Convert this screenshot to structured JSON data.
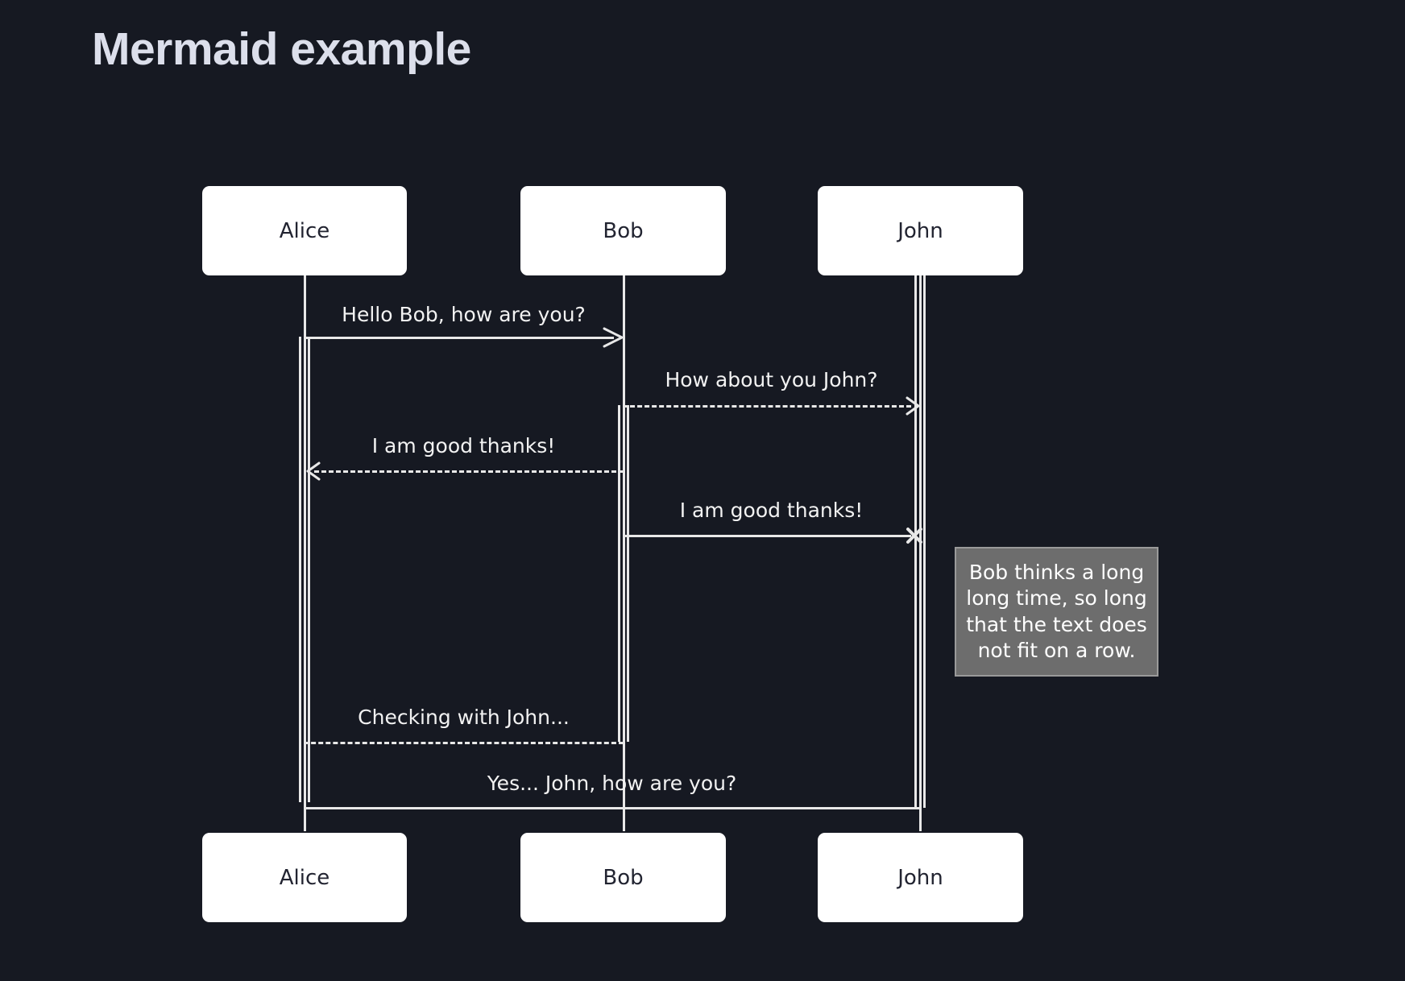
{
  "page": {
    "title": "Mermaid example",
    "background_color": "#161922",
    "title_color": "#dcdfeb"
  },
  "diagram": {
    "type": "sequence",
    "line_color": "#e8e8e8",
    "actor_box_color": "#ffffff",
    "actor_text_color": "#222431",
    "message_text_color": "#f2f2f2",
    "note_fill_color": "#6d6d6d",
    "note_border_color": "#9a9a9a",
    "note_text_color": "#ffffff",
    "actors": [
      {
        "id": "alice",
        "name": "Alice"
      },
      {
        "id": "bob",
        "name": "Bob"
      },
      {
        "id": "john",
        "name": "John"
      }
    ],
    "actors_bottom": [
      {
        "id": "alice",
        "name": "Alice"
      },
      {
        "id": "bob",
        "name": "Bob"
      },
      {
        "id": "john",
        "name": "John"
      }
    ],
    "messages": [
      {
        "id": "m1",
        "from": "alice",
        "to": "bob",
        "text": "Hello Bob, how are you?",
        "style": "solid",
        "arrow": "solid-arrow",
        "direction": "right"
      },
      {
        "id": "m2",
        "from": "bob",
        "to": "john",
        "text": "How about you John?",
        "style": "dashed",
        "arrow": "open-arrow",
        "direction": "right"
      },
      {
        "id": "m3",
        "from": "bob",
        "to": "alice",
        "text": "I am good thanks!",
        "style": "dashed",
        "arrow": "open-arrow",
        "direction": "left"
      },
      {
        "id": "m4",
        "from": "bob",
        "to": "john",
        "text": "I am good thanks!",
        "style": "solid",
        "arrow": "cross",
        "direction": "right"
      },
      {
        "id": "m5",
        "from": "bob",
        "to": "alice",
        "text": "Checking with John...",
        "style": "dashed",
        "arrow": "none",
        "direction": "left"
      },
      {
        "id": "m6",
        "from": "alice",
        "to": "john",
        "text": "Yes... John, how are you?",
        "style": "solid",
        "arrow": "none",
        "direction": "right"
      }
    ],
    "notes": [
      {
        "id": "n1",
        "placement": "right of john",
        "text": "Bob thinks a long long time, so long that the text does not fit on a row."
      }
    ]
  }
}
